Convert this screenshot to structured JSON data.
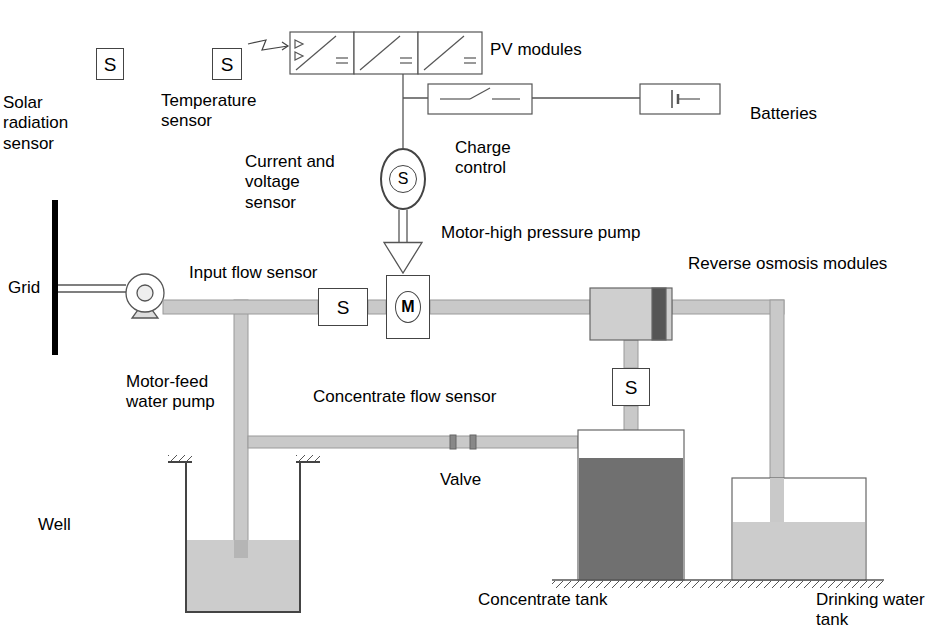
{
  "diagram": {
    "nodes": [
      {
        "text": [
          "S",
          "Solar radiation sensor"
        ]
      },
      {
        "text": [
          "S",
          "Temperature sensor"
        ]
      },
      {
        "text": [
          "S",
          "Current and voltage sensor"
        ]
      },
      {
        "text": [
          "S",
          "Input flow sensor"
        ]
      },
      {
        "text": [
          "M",
          "Motor-high pressure pump"
        ]
      },
      {
        "text": [
          "S",
          "Concentrate flow sensor"
        ]
      }
    ],
    "edges": [
      {
        "from": 3,
        "to": 4,
        "arrow": "none"
      },
      {
        "from": 2,
        "to": 4,
        "arrow": "to"
      }
    ],
    "labels": [
      "PV modules",
      "Batteries",
      "Charge control",
      "Reverse osmosis modules",
      "Grid",
      "Motor-feed water pump",
      "Valve",
      "Well",
      "Concentrate tank",
      "Drinking water tank"
    ]
  }
}
